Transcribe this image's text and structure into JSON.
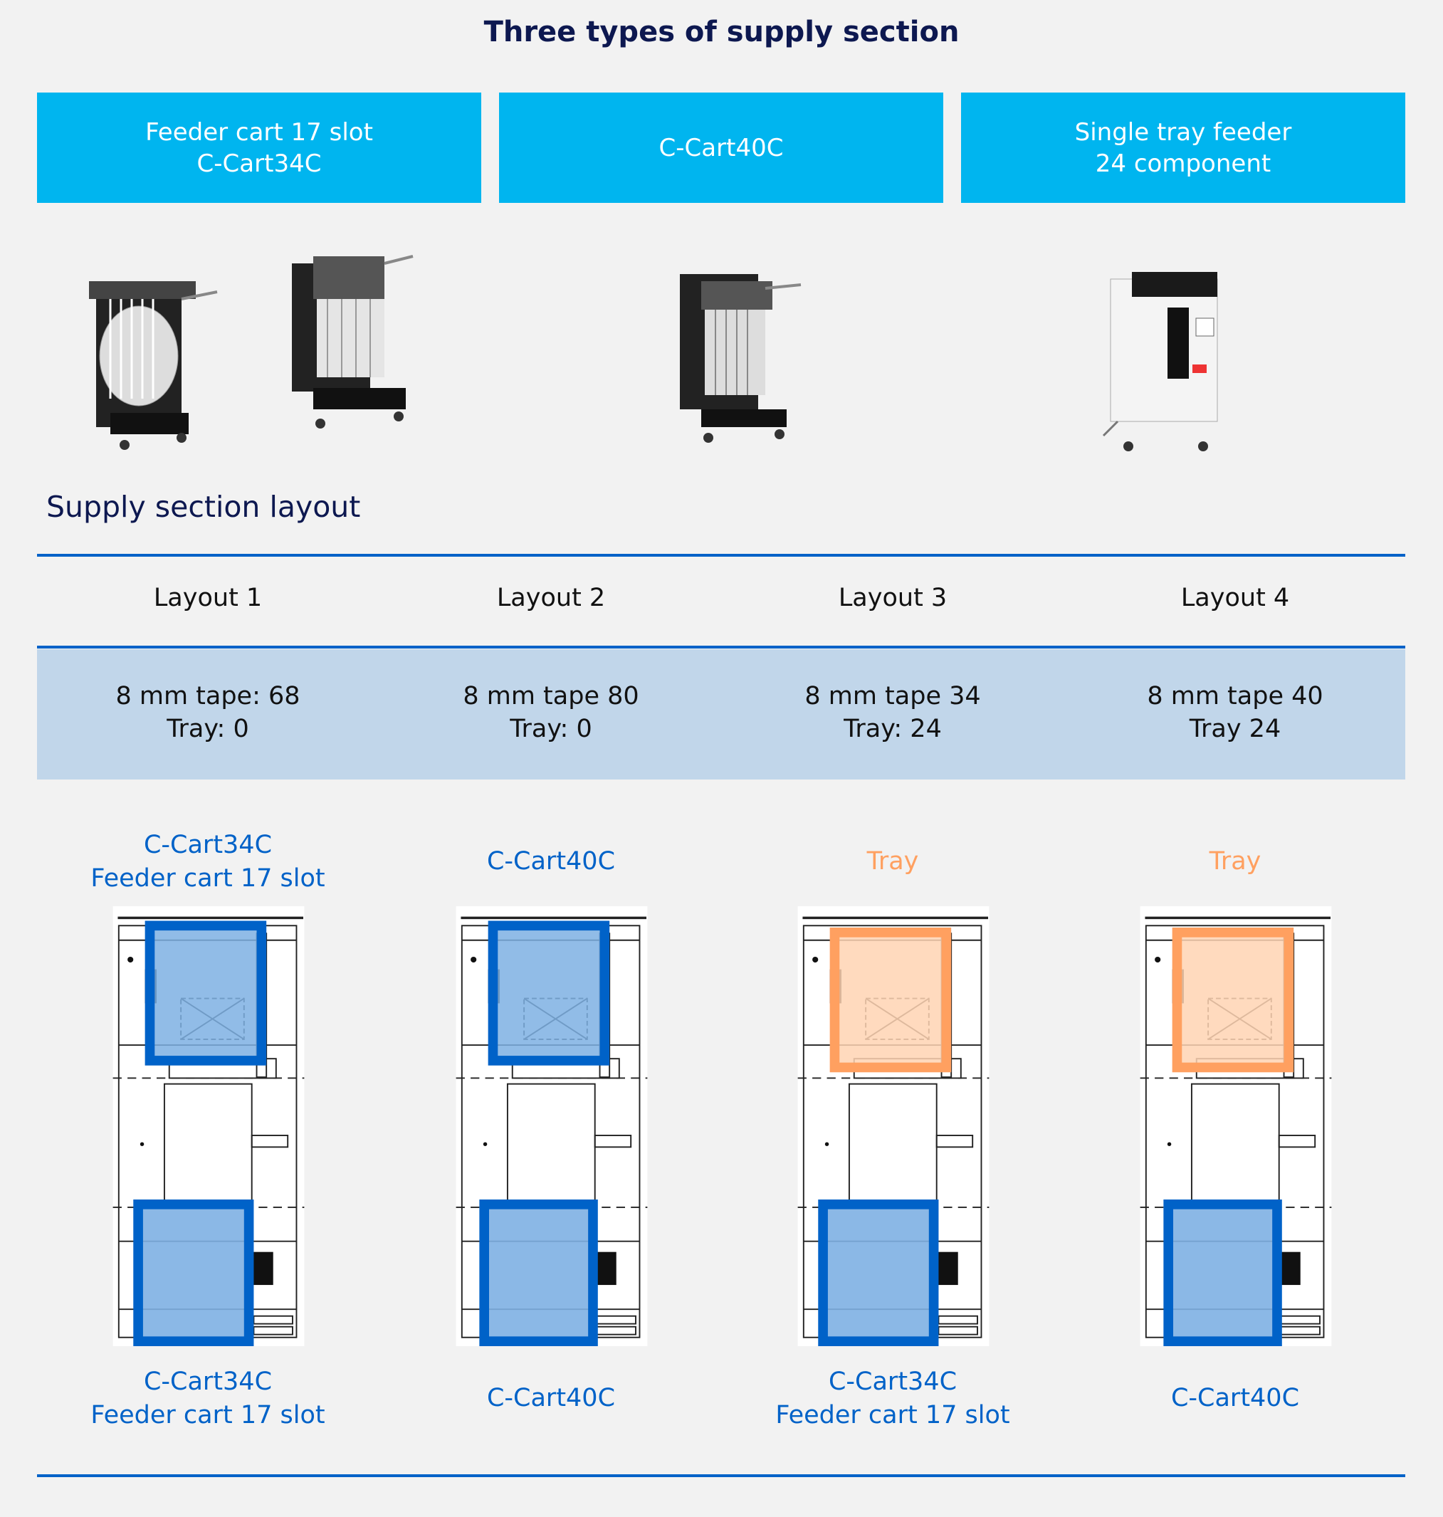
{
  "title": "Three types of supply section",
  "supply_types": [
    {
      "line1": "Feeder cart 17 slot",
      "line2": "C-Cart34C"
    },
    {
      "line1": "C-Cart40C",
      "line2": ""
    },
    {
      "line1": "Single tray feeder",
      "line2": "24 component"
    }
  ],
  "subtitle": "Supply section layout",
  "colors": {
    "header": "#00b5ef",
    "cart": "#0062c8",
    "cart_fill": "#7eb0e3",
    "tray": "#ffa060",
    "tray_fill": "#ffd3b3",
    "title": "#0d1850",
    "band": "#c1d6ea"
  },
  "layouts": [
    {
      "name": "Layout 1",
      "tape": "8 mm tape: 68",
      "tray": "Tray: 0",
      "top_label": [
        "C-Cart34C",
        "Feeder cart 17 slot"
      ],
      "top_type": "cart",
      "bottom_label": [
        "C-Cart34C",
        "Feeder cart 17 slot"
      ],
      "bottom_type": "cart"
    },
    {
      "name": "Layout 2",
      "tape": "8 mm tape 80",
      "tray": "Tray: 0",
      "top_label": [
        "C-Cart40C",
        ""
      ],
      "top_type": "cart",
      "bottom_label": [
        "C-Cart40C",
        ""
      ],
      "bottom_type": "cart"
    },
    {
      "name": "Layout 3",
      "tape": "8 mm tape 34",
      "tray": "Tray: 24",
      "top_label": [
        "Tray",
        ""
      ],
      "top_type": "tray",
      "bottom_label": [
        "C-Cart34C",
        "Feeder cart 17 slot"
      ],
      "bottom_type": "cart"
    },
    {
      "name": "Layout 4",
      "tape": "8 mm tape 40",
      "tray": "Tray 24",
      "top_label": [
        "Tray",
        ""
      ],
      "top_type": "tray",
      "bottom_label": [
        "C-Cart40C",
        ""
      ],
      "bottom_type": "cart"
    }
  ]
}
